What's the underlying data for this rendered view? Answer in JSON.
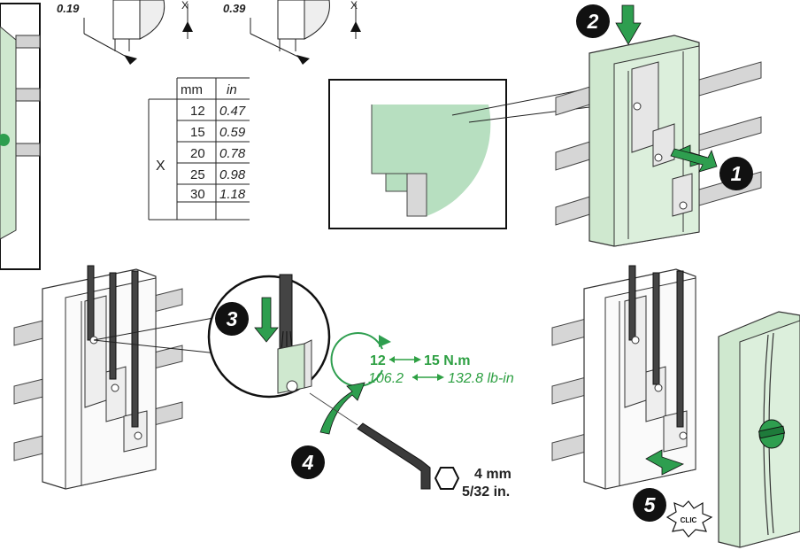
{
  "dimensions": {
    "value_1": "0.19",
    "value_2": "0.39",
    "x_marker": "X"
  },
  "table": {
    "headers": [
      "mm",
      "in"
    ],
    "row_label": "X",
    "rows": [
      {
        "mm": "12",
        "in": "0.47"
      },
      {
        "mm": "15",
        "in": "0.59"
      },
      {
        "mm": "20",
        "in": "0.78"
      },
      {
        "mm": "25",
        "in": "0.98"
      },
      {
        "mm": "30",
        "in": "1.18"
      }
    ]
  },
  "steps": {
    "step1": "1",
    "step2": "2",
    "step3": "3",
    "step4": "4",
    "step5": "5"
  },
  "torque": {
    "nm_low": "12",
    "nm_high": "15 N.m",
    "lbin_low": "106.2",
    "lbin_high": "132.8 lb-in"
  },
  "hex_key": {
    "size_mm": "4 mm",
    "size_in": "5/32 in."
  },
  "clic_label": "CLIC",
  "colors": {
    "green_panel": "#cfe8cf",
    "green_accent": "#2e9e4f",
    "green_text": "#2ea043",
    "busbar_gray": "#d2d2d2",
    "outline": "#222222"
  }
}
